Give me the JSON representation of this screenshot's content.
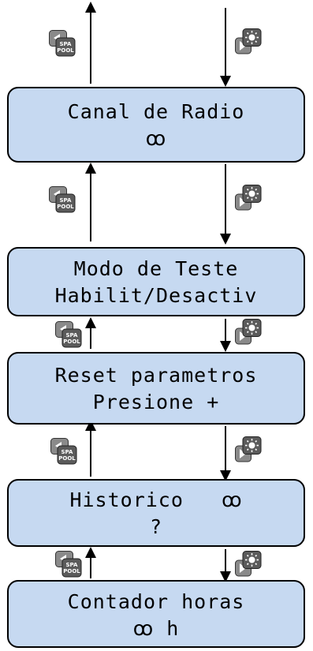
{
  "screens": [
    {
      "line1": "Canal de Radio",
      "line2": "ꝏ"
    },
    {
      "line1": "Modo de Teste",
      "line2": "Habilit/Desactiv"
    },
    {
      "line1": "Reset parametros",
      "line2": "Presione +"
    },
    {
      "line1": "Historico   ꝏ",
      "line2": "?"
    },
    {
      "line1": "Contador horas",
      "line2": "ꝏ h"
    }
  ],
  "keys": {
    "back_top": "SPA",
    "back_bottom": "POOL",
    "light_icon": "light-forward-icon"
  }
}
